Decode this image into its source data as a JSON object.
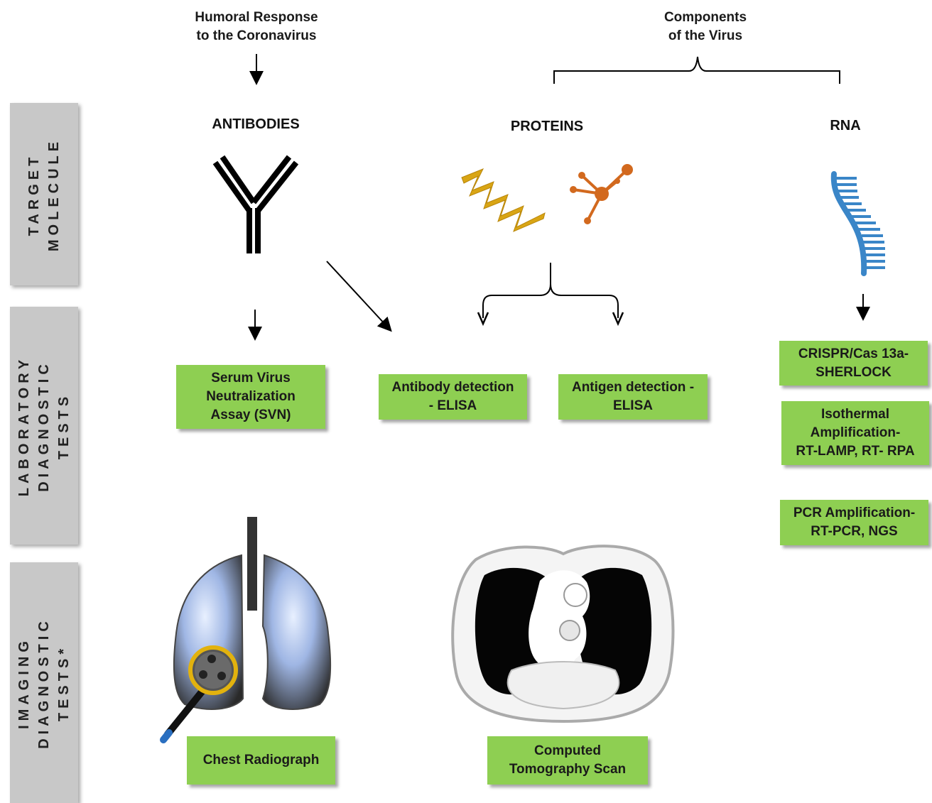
{
  "headers": {
    "humoral": "Humoral Response\nto the Coronavirus",
    "components": "Components\nof the Virus"
  },
  "molecules": {
    "antibodies": "ANTIBODIES",
    "proteins": "PROTEINS",
    "rna": "RNA"
  },
  "side_labels": {
    "target": "TARGET\nMOLECULE",
    "lab": "LABORATORY\nDIAGNOSTIC TESTS",
    "imaging": "IMAGING\nDIAGNOSTIC TESTS*"
  },
  "boxes": {
    "svn": "Serum Virus\nNeutralization\nAssay (SVN)",
    "antibody_elisa": "Antibody detection\n- ELISA",
    "antigen_elisa": "Antigen detection -\nELISA",
    "crispr": "CRISPR/Cas 13a-\nSHERLOCK",
    "isothermal": "Isothermal\nAmplification-\nRT-LAMP, RT- RPA",
    "pcr": "PCR Amplification-\nRT-PCR, NGS",
    "chest": "Chest Radiograph",
    "ct": "Computed\nTomography Scan"
  },
  "colors": {
    "box_green": "#8ecf52",
    "side_gray": "#c8c8c8",
    "helix_gold": "#d9a514",
    "molecule_orange": "#d2691e",
    "rna_blue": "#3a86c8"
  },
  "icons": [
    "antibody-icon",
    "protein-helix-icon",
    "protein-molecule-icon",
    "rna-strand-icon",
    "lungs-xray-icon",
    "ct-scan-icon"
  ]
}
